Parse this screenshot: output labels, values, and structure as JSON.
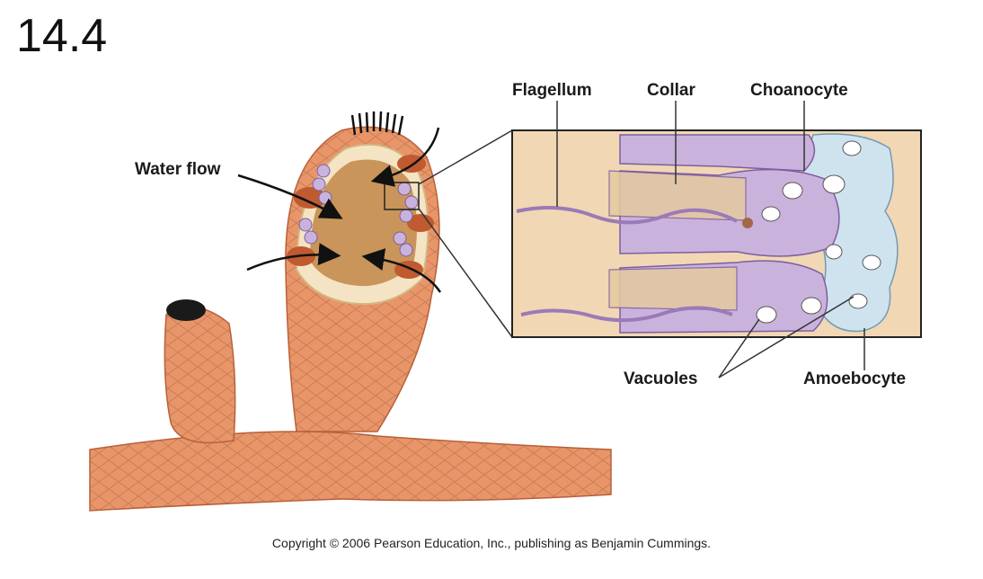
{
  "figure_number": "14.4",
  "labels": {
    "water_flow": "Water flow",
    "flagellum": "Flagellum",
    "collar": "Collar",
    "choanocyte": "Choanocyte",
    "vacuoles": "Vacuoles",
    "amoebocyte": "Amoebocyte"
  },
  "copyright": "Copyright © 2006 Pearson Education, Inc., publishing as Benjamin Cummings.",
  "colors": {
    "sponge_body": "#e8956a",
    "sponge_outline": "#b8603a",
    "spongocoel": "#c9955a",
    "choanocyte": "#c9b3dc",
    "amoebocyte": "#cfe3ef",
    "mesohyl": "#f1d7b4"
  }
}
